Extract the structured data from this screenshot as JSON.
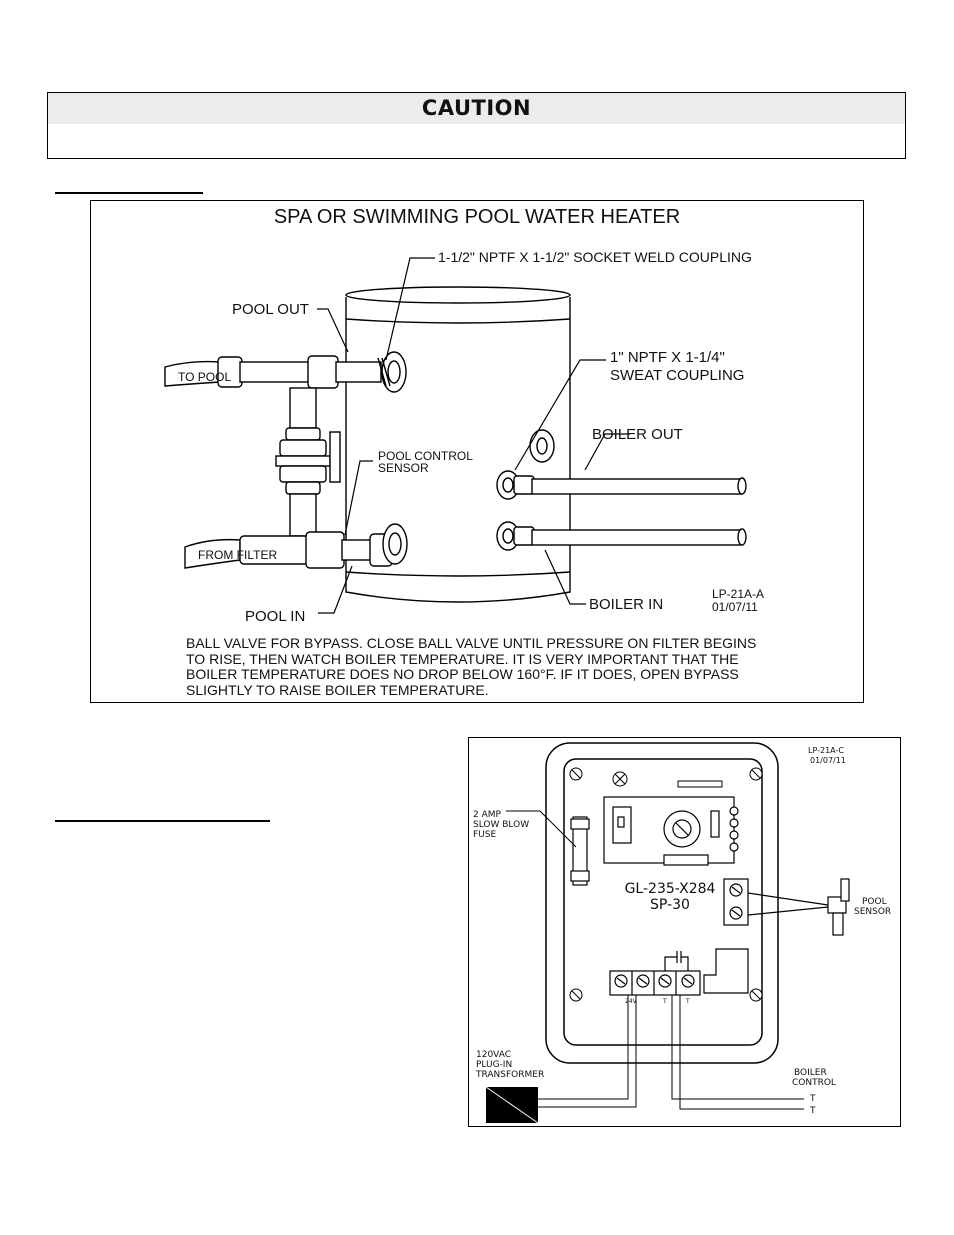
{
  "caution": {
    "title": "CAUTION"
  },
  "heater_diagram": {
    "title": "SPA OR SWIMMING POOL WATER HEATER",
    "labels": {
      "socket_coupling": "1-1/2\" NPTF X 1-1/2\" SOCKET WELD COUPLING",
      "pool_out": "POOL OUT",
      "to_pool": "TO POOL",
      "sweat_coupling_1": "1\" NPTF X 1-1/4\"",
      "sweat_coupling_2": "SWEAT COUPLING",
      "boiler_out": "BOILER OUT",
      "pool_control_sensor_1": "POOL CONTROL",
      "pool_control_sensor_2": "SENSOR",
      "from_filter": "FROM FILTER",
      "pool_in": "POOL IN",
      "boiler_in": "BOILER IN",
      "drawing_id": "LP-21A-A",
      "drawing_date": "01/07/11"
    },
    "note_lines": [
      "BALL VALVE FOR BYPASS.  CLOSE BALL VALVE UNTIL PRESSURE ON FILTER BEGINS",
      "TO RISE, THEN WATCH BOILER TEMPERATURE.  IT IS VERY IMPORTANT THAT THE",
      "BOILER TEMPERATURE DOES NO DROP BELOW 160°F.  IF IT DOES, OPEN BYPASS",
      "SLIGHTLY TO RAISE BOILER TEMPERATURE."
    ]
  },
  "wiring_diagram": {
    "drawing_id": "LP-21A-C",
    "drawing_date": "01/07/11",
    "fuse_label": [
      "2  AMP",
      "SLOW  BLOW",
      "FUSE"
    ],
    "control_model": "GL-235-X284",
    "control_sub": "SP-30",
    "pool_sensor_label": [
      "POOL",
      "SENSOR"
    ],
    "terminal_labels": [
      "24V",
      "T",
      "T"
    ],
    "transformer_label": [
      "120VAC",
      "PLUG-IN",
      "TRANSFORMER"
    ],
    "boiler_control_label": [
      "BOILER",
      "CONTROL"
    ],
    "boiler_terminals": [
      "T",
      "T"
    ]
  }
}
